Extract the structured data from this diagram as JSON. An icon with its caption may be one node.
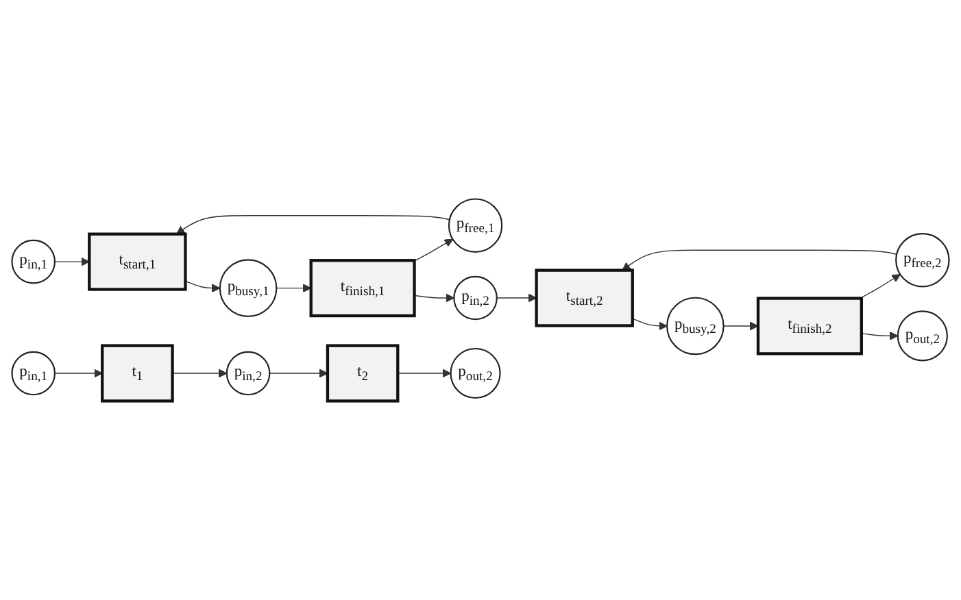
{
  "diagram": {
    "nodes": [
      {
        "text": [
          "p$_{in,1}$"
        ]
      },
      {
        "text": [
          "p$_{free,1}$"
        ]
      },
      {
        "text": [
          "p$_{in,2}$"
        ]
      },
      {
        "text": [
          "p$_{free,2}$"
        ]
      },
      {
        "text": [
          "p$_{out,2}$"
        ]
      },
      {
        "text": [
          "t$_{start,1}$"
        ]
      },
      {
        "text": [
          "t$_{finish,1}$"
        ]
      },
      {
        "text": [
          "t$_{start,2}$"
        ]
      },
      {
        "text": [
          "t$_{finish,2}$"
        ]
      },
      {
        "text": [
          "p$_{busy,1}$"
        ]
      },
      {
        "text": [
          "p$_{busy,2}$"
        ]
      },
      {
        "text": [
          "t$_{1}$"
        ]
      },
      {
        "text": [
          "t$_{2}$"
        ]
      },
      {
        "text": [
          "p$_{in,1}$"
        ]
      },
      {
        "text": [
          "p$_{in,2}$"
        ]
      },
      {
        "text": [
          "p$_{out,2}$"
        ]
      }
    ],
    "edges": [
      {
        "from": 0,
        "to": 5,
        "arrow": "to"
      },
      {
        "from": 1,
        "to": 5,
        "arrow": "to"
      },
      {
        "from": 5,
        "to": 9,
        "arrow": "to"
      },
      {
        "from": 9,
        "to": 6,
        "arrow": "to"
      },
      {
        "from": 6,
        "to": 1,
        "arrow": "to"
      },
      {
        "from": 6,
        "to": 2,
        "arrow": "to"
      },
      {
        "from": 2,
        "to": 7,
        "arrow": "to"
      },
      {
        "from": 3,
        "to": 7,
        "arrow": "to"
      },
      {
        "from": 7,
        "to": 10,
        "arrow": "to"
      },
      {
        "from": 10,
        "to": 8,
        "arrow": "to"
      },
      {
        "from": 8,
        "to": 3,
        "arrow": "to"
      },
      {
        "from": 8,
        "to": 4,
        "arrow": "to"
      },
      {
        "from": 13,
        "to": 11,
        "arrow": "to"
      },
      {
        "from": 11,
        "to": 14,
        "arrow": "to"
      },
      {
        "from": 14,
        "to": 12,
        "arrow": "to"
      },
      {
        "from": 12,
        "to": 15,
        "arrow": "to"
      }
    ]
  }
}
